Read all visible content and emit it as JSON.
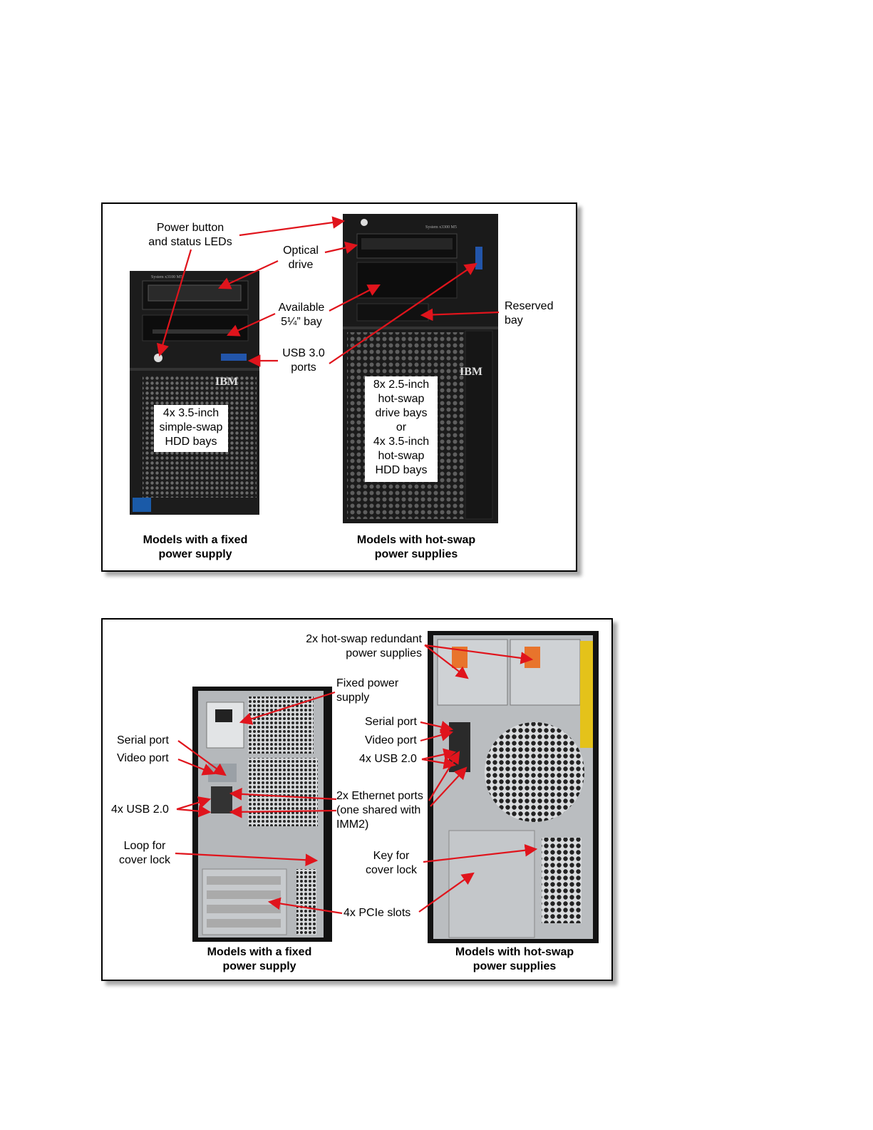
{
  "front": {
    "labels": {
      "power_button": [
        "Power button",
        "and status LEDs"
      ],
      "optical_drive": [
        "Optical",
        "drive"
      ],
      "available_bay": [
        "Available",
        "5¼” bay"
      ],
      "usb30": [
        "USB 3.0",
        "ports"
      ],
      "reserved_bay": [
        "Reserved",
        "bay"
      ],
      "simple_swap_bays": [
        "4x 3.5-inch",
        "simple-swap",
        "HDD bays"
      ],
      "hot_swap_bays": [
        "8x 2.5-inch",
        "hot-swap",
        "drive bays",
        "or",
        "4x 3.5-inch",
        "hot-swap",
        "HDD bays"
      ]
    },
    "captions": {
      "fixed": [
        "Models with a fixed",
        "power supply"
      ],
      "hotswap": [
        "Models with hot-swap",
        "power supplies"
      ]
    },
    "server_text": {
      "brand": "IBM",
      "model_small": "System x3100 M5",
      "model_large": "System x3300 M5"
    }
  },
  "rear": {
    "labels": {
      "redundant_psu": [
        "2x hot-swap redundant",
        "power supplies"
      ],
      "fixed_psu": [
        "Fixed power",
        "supply"
      ],
      "serial_left": "Serial port",
      "video_left": "Video port",
      "usb_left": "4x USB 2.0",
      "loop": [
        "Loop for",
        "cover lock"
      ],
      "serial_right": "Serial port",
      "video_right": "Video port",
      "usb_right": "4x USB 2.0",
      "ethernet": [
        "2x Ethernet ports",
        "(one shared with",
        "IMM2)"
      ],
      "key": [
        "Key for",
        "cover lock"
      ],
      "pcie": "4x PCIe slots"
    },
    "captions": {
      "fixed": [
        "Models with a fixed",
        "power supply"
      ],
      "hotswap": [
        "Models with hot-swap",
        "power supplies"
      ]
    }
  },
  "colors": {
    "arrow": "#e0141c",
    "chassis": "#1a1a1a",
    "steel": "#b9bcbf"
  }
}
